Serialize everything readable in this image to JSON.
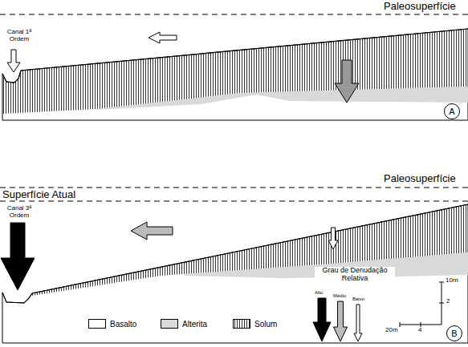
{
  "diagram": {
    "nodes": [
      {
        "text": [
          "A"
        ]
      },
      {
        "text": [
          "B"
        ]
      }
    ],
    "labels": [
      "Paleosuperfície",
      "Canal 1ª Ordem",
      "Paleosuperfície",
      "Superfície Atual",
      "Canal 3ª Ordem",
      "Grau de Denudação Relativa",
      "Alto",
      "Médio",
      "Baixo",
      "10m",
      "2",
      "20m",
      "4"
    ],
    "legend": [
      {
        "text": "Basalto",
        "color": "#ffffff"
      },
      {
        "text": "Alterita",
        "color": "#d9d9d9"
      },
      {
        "text": "Solum"
      }
    ]
  }
}
